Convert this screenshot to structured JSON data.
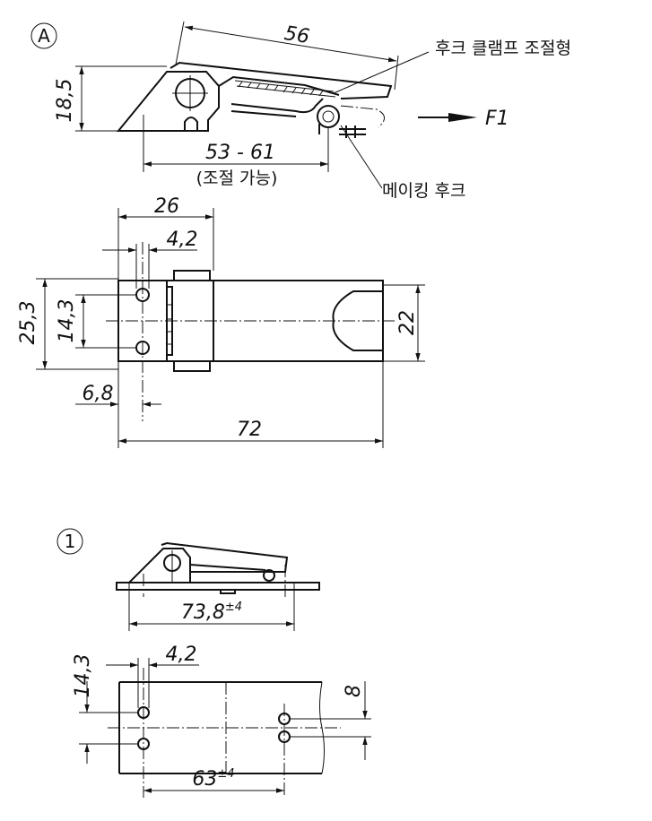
{
  "view_a": {
    "marker": "A",
    "dim_length": "56",
    "dim_height": "18,5",
    "dim_adjust_range": "53 - 61",
    "note_adjustable": "(조절 가능)",
    "callout_clamp": "후크 클램프 조절형",
    "callout_hook": "메이킹 후크",
    "force_label": "F1",
    "dim_width_26": "26",
    "dim_4_2": "4,2",
    "dim_25_3": "25,3",
    "dim_14_3": "14,3",
    "dim_22": "22",
    "dim_6_8": "6,8",
    "dim_72": "72"
  },
  "view_1": {
    "marker": "1",
    "dim_length": "73,8",
    "dim_length_tol": "±4",
    "dim_14_3": "14,3",
    "dim_4_2": "4,2",
    "dim_8": "8",
    "dim_63": "63",
    "dim_63_tol": "±4"
  }
}
